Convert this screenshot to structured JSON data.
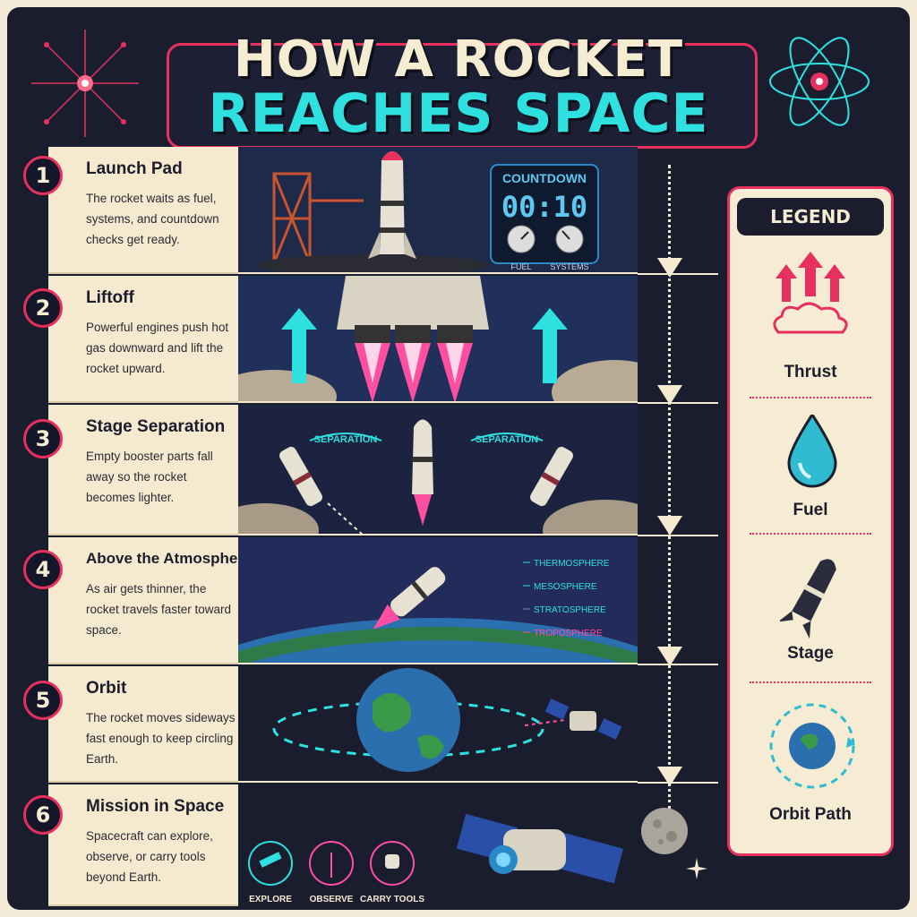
{
  "title": {
    "line1": "HOW A ROCKET",
    "line2": "REACHES SPACE"
  },
  "steps": [
    {
      "number": "1",
      "title": "Launch Pad",
      "description": "The rocket waits as fuel, systems, and countdown checks get ready."
    },
    {
      "number": "2",
      "title": "Liftoff",
      "description": "Powerful engines push hot gas downward and lift the rocket upward."
    },
    {
      "number": "3",
      "title": "Stage Separation",
      "description": "Empty booster parts fall away so the rocket becomes lighter."
    },
    {
      "number": "4",
      "title": "Above the Atmosphere",
      "description": "As air gets thinner, the rocket travels faster toward space."
    },
    {
      "number": "5",
      "title": "Orbit",
      "description": "The rocket moves sideways fast enough to keep circling Earth."
    },
    {
      "number": "6",
      "title": "Mission in Space",
      "description": "Spacecraft can explore, observe, or carry tools beyond Earth."
    }
  ],
  "countdown": {
    "label": "COUNTDOWN",
    "time": "00:10",
    "gauge_fuel": "FUEL",
    "gauge_systems": "SYSTEMS"
  },
  "separation": {
    "left": "SEPARATION",
    "right": "SEPARATION"
  },
  "atmosphere_layers": [
    "THERMOSPHERE",
    "MESOSPHERE",
    "STRATOSPHERE",
    "TROPOSPHERE"
  ],
  "mission_icons": [
    "EXPLORE",
    "OBSERVE",
    "CARRY TOOLS"
  ],
  "legend": {
    "title": "LEGEND",
    "items": [
      {
        "label": "Thrust",
        "icon": "thrust-icon"
      },
      {
        "label": "Fuel",
        "icon": "fuel-drop-icon"
      },
      {
        "label": "Stage",
        "icon": "stage-icon"
      },
      {
        "label": "Orbit Path",
        "icon": "orbit-path-icon"
      }
    ]
  },
  "colors": {
    "accent_pink": "#e8305f",
    "accent_cyan": "#2fe0e0",
    "cream": "#f5ead0",
    "navy": "#1a1d2e"
  }
}
